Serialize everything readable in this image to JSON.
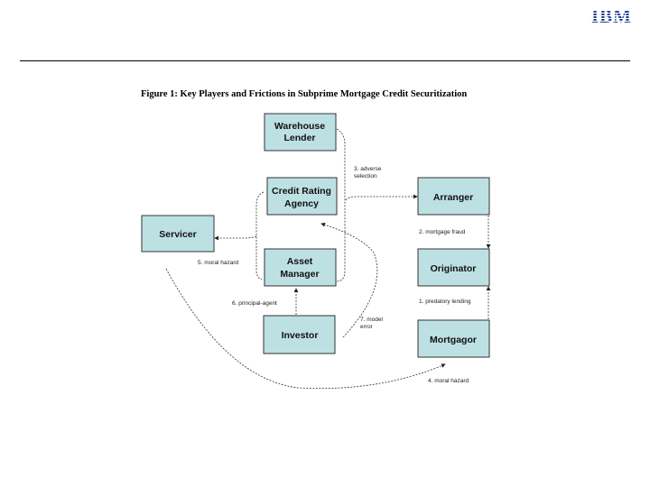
{
  "logo": "IBM",
  "figure": {
    "title": "Figure 1: Key Players and Frictions in Subprime Mortgage Credit Securitization",
    "nodes": {
      "warehouse_lender": [
        "Warehouse",
        "Lender"
      ],
      "credit_rating_agency": [
        "Credit Rating",
        "Agency"
      ],
      "servicer": "Servicer",
      "asset_manager": [
        "Asset",
        "Manager"
      ],
      "investor": "Investor",
      "arranger": "Arranger",
      "originator": "Originator",
      "mortgagor": "Mortgagor"
    },
    "frictions": {
      "f1": "1. predatory lending",
      "f2": "2. mortgage fraud",
      "f3": [
        "3. adverse",
        "selection"
      ],
      "f4": "4. moral hazard",
      "f5": "5. moral hazard",
      "f6": "6. principal-agent",
      "f7": [
        "7. model",
        "error"
      ]
    },
    "node_color": "#bde0e3"
  }
}
